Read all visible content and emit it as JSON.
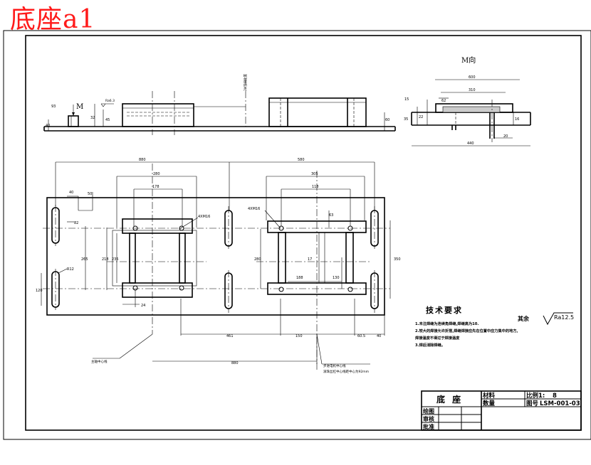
{
  "corner_title": "底座a1",
  "views": {
    "m_view_label": "M向",
    "m_arrow_label": "M"
  },
  "dimensions": {
    "top_total": "880",
    "top_right_total": "580",
    "top_left_inner": "280",
    "top_right_inner": "305",
    "top_left_inner2": "178",
    "top_right_inner2": "118",
    "slot_w": "40",
    "slot_h": "50",
    "slot_r": "R12",
    "hole_spec_1": "4XM16",
    "hole_spec_2": "4XM16",
    "left_h1": "265",
    "left_h2": "218",
    "left_h3": "235",
    "left_h4": "120",
    "mid_h": "280",
    "right_h": "350",
    "center_17": "17",
    "small_63": "63",
    "v_188": "188",
    "v_130": "130",
    "gap_24": "24",
    "gap_82": "82",
    "bottom_461": "461",
    "bottom_150": "150",
    "bottom_60": "60.5",
    "bottom_40": "40",
    "bottom_total": "880",
    "side_40": "40",
    "side_32": "32",
    "side_60": "60",
    "side_45": "45",
    "side_93": "93",
    "mv_600": "600",
    "mv_310": "310",
    "mv_62": "62",
    "mv_15": "15",
    "mv_35": "35",
    "mv_22": "22",
    "mv_20": "20",
    "mv_440": "440",
    "mv_16": "16",
    "side_text": "2X空间位置",
    "roughness_small": "Ra6.3",
    "leader_left": "主轴中心线",
    "leader_right_1": "步进电机中心线",
    "leader_right_2": "滚珠丝杠中心线距中心为92mm"
  },
  "tech": {
    "heading": "技术要求",
    "other_label": "其余",
    "roughness": "Ra12.5",
    "lines": [
      "1.未注焊缝为连续角焊缝,焊缝高为10.",
      "2.较大的焊接允许折搭,焊缝焊接应先在位置中应力集中的地方,",
      "焊接温度不得过于焊接温度",
      "3.焊后消除焊缝。"
    ]
  },
  "title_block": {
    "part_name": "底  座",
    "material_label": "材料",
    "quantity_label": "数量",
    "scale_label": "比例1:",
    "scale_value": "8",
    "drawing_no_label": "图号",
    "drawing_no_value": "LSM-001-03",
    "drawn_label": "绘图",
    "check_label": "审核",
    "approve_label": "批准"
  }
}
